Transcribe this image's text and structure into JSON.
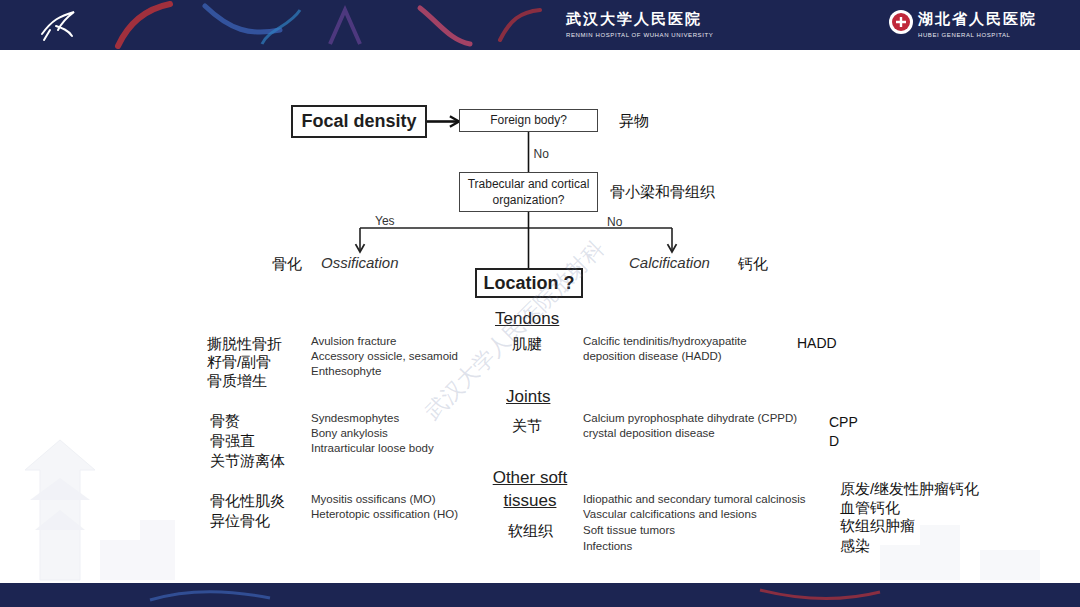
{
  "diagram": {
    "nodes": [
      {
        "text": [
          "Focal density"
        ]
      },
      {
        "text": [
          "Foreign body?",
          "异物"
        ]
      },
      {
        "text": [
          "Trabecular and cortical organization?",
          "骨小梁和骨组织"
        ]
      },
      {
        "text": [
          "Location ?"
        ]
      }
    ],
    "edges": [
      {
        "from": 0,
        "to": 1,
        "arrow": "to"
      },
      {
        "from": 1,
        "to": 2,
        "label": "No",
        "arrow": "none"
      },
      {
        "from": 2,
        "to": 3,
        "arrow": "none"
      }
    ],
    "labels": [
      "武汉大学人民医院",
      "RENMIN HOSPITAL OF WUHAN UNIVERSITY",
      "湖北省人民医院",
      "HUBEI GENERAL HOSPITAL",
      "Yes",
      "No",
      "骨化",
      "Ossification",
      "Calcification",
      "钙化",
      "Tendons",
      "肌腱",
      "撕脱性骨折",
      "籽骨/副骨",
      "骨质增生",
      "Avulsion fracture",
      "Accessory ossicle, sesamoid",
      "Enthesophyte",
      "Calcific tendinitis/hydroxyapatite deposition disease (HADD)",
      "HADD",
      "Joints",
      "关节",
      "骨赘",
      "骨强直",
      "关节游离体",
      "Syndesmophytes",
      "Bony ankylosis",
      "Intraarticular loose body",
      "Calcium pyrophosphate dihydrate (CPPD) crystal deposition disease",
      "CPP D",
      "Other soft tissues",
      "软组织",
      "骨化性肌炎",
      "异位骨化",
      "Myositis ossificans (MO)",
      "Heterotopic ossification (HO)",
      "Idiopathic and secondary tumoral calcinosis",
      "Vascular calcifications and lesions",
      "Soft tissue tumors",
      "Infections",
      "原发/继发性肿瘤钙化",
      "血管钙化",
      "软组织肿瘤",
      "感染",
      "武汉大学人民医院放射科"
    ]
  }
}
